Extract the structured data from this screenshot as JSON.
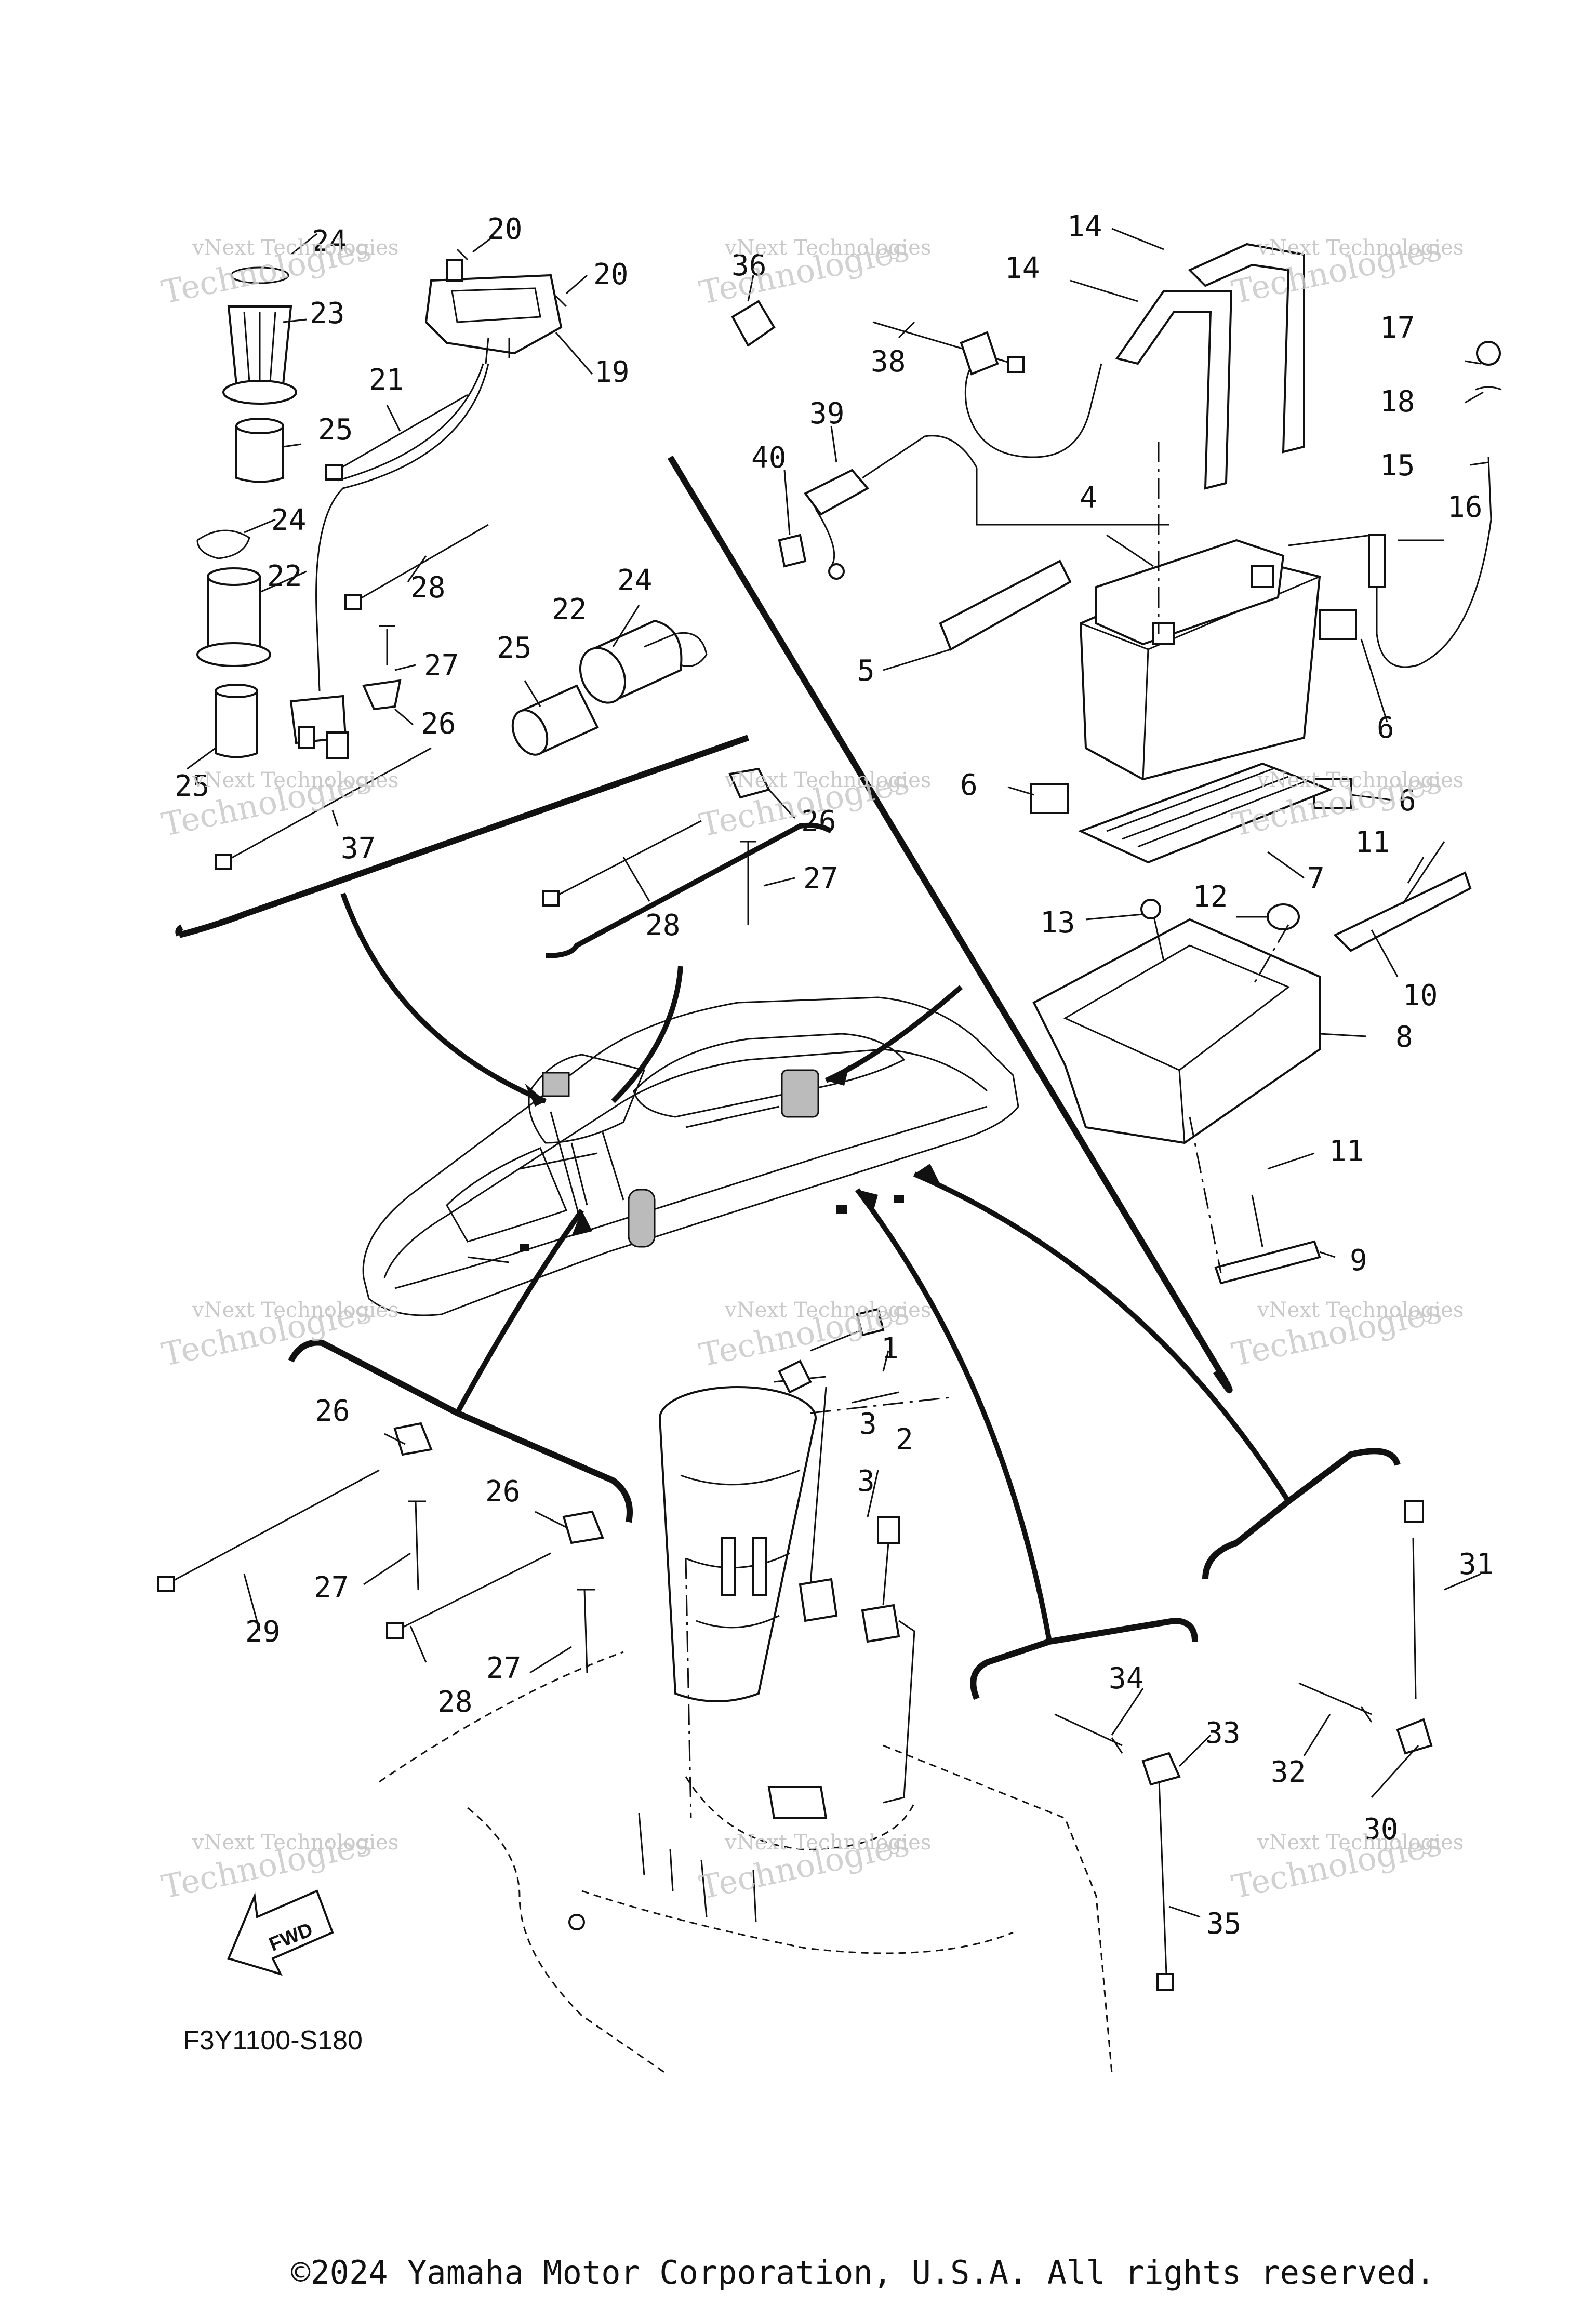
{
  "diagram": {
    "figure_code": "F3Y1100-S180",
    "fwd_label": "FWD",
    "watermark_line1": "vNext Technologies",
    "watermark_line2": "Technologies",
    "callouts": [
      "1",
      "2",
      "3",
      "3",
      "4",
      "5",
      "6",
      "6",
      "6",
      "7",
      "8",
      "9",
      "10",
      "11",
      "11",
      "12",
      "13",
      "14",
      "14",
      "15",
      "16",
      "17",
      "18",
      "19",
      "20",
      "20",
      "21",
      "22",
      "22",
      "23",
      "24",
      "24",
      "24",
      "25",
      "25",
      "25",
      "26",
      "26",
      "26",
      "26",
      "27",
      "27",
      "27",
      "27",
      "28",
      "28",
      "28",
      "29",
      "30",
      "31",
      "32",
      "33",
      "34",
      "35",
      "36",
      "37",
      "38",
      "39",
      "40"
    ]
  },
  "footer": {
    "copyright": "©2024 Yamaha Motor Corporation, U.S.A. All rights reserved."
  }
}
